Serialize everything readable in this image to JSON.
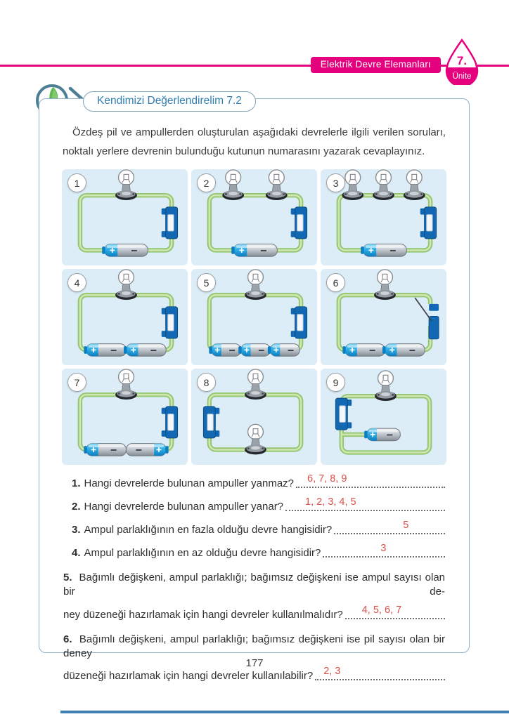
{
  "header": {
    "unit_title": "Elektrik Devre Elemanları",
    "unit_number": "7.",
    "unit_label": "Ünite",
    "accent_color": "#e5007d"
  },
  "section": {
    "title": "Kendimizi Değerlendirelim 7.2",
    "icon": "self-assessment-leaf-logo",
    "instructions": "Özdeş pil ve ampullerden oluşturulan aşağıdaki devrelerle ilgili verilen soruları, noktalı yerlere devrenin bulunduğu kutunun numarasını yazarak cevaplayınız."
  },
  "colors": {
    "accent_pink": "#e5007d",
    "answer_red": "#d95149",
    "wire_green": "#94c573",
    "switch_blue": "#1268b2",
    "cell_background": "#dcedf7",
    "title_blue": "#2f7fb0"
  },
  "circuits": [
    {
      "num": "1",
      "bulbs": 1,
      "batteries": 1,
      "battery_style": "series",
      "switch": "closed",
      "switch_side": "right"
    },
    {
      "num": "2",
      "bulbs": 2,
      "batteries": 1,
      "battery_style": "series",
      "switch": "closed",
      "switch_side": "right"
    },
    {
      "num": "3",
      "bulbs": 3,
      "batteries": 1,
      "battery_style": "series",
      "switch": "closed",
      "switch_side": "right"
    },
    {
      "num": "4",
      "bulbs": 1,
      "batteries": 2,
      "battery_style": "series",
      "switch": "closed",
      "switch_side": "right"
    },
    {
      "num": "5",
      "bulbs": 1,
      "batteries": 3,
      "battery_style": "series",
      "switch": "closed",
      "switch_side": "right"
    },
    {
      "num": "6",
      "bulbs": 1,
      "batteries": 2,
      "battery_style": "series",
      "switch": "open",
      "switch_side": "right"
    },
    {
      "num": "7",
      "bulbs": 1,
      "batteries": 2,
      "battery_style": "opposed",
      "switch": "closed",
      "switch_side": "right"
    },
    {
      "num": "8",
      "bulbs": 2,
      "bulb_layout": "top-bottom",
      "batteries": 0,
      "battery_style": "none",
      "switch": "closed",
      "switch_side": "left"
    },
    {
      "num": "9",
      "bulbs": 1,
      "batteries": 1,
      "battery_style": "dead-end",
      "switch": "closed",
      "switch_side": "left"
    }
  ],
  "questions": [
    {
      "num": "1.",
      "text": "Hangi devrelerde bulunan ampuller yanmaz?",
      "answer": "6, 7, 8, 9"
    },
    {
      "num": "2.",
      "text": "Hangi devrelerde bulunan ampuller yanar?",
      "answer": "1, 2, 3, 4, 5"
    },
    {
      "num": "3.",
      "text": "Ampul parlaklığının en fazla olduğu devre hangisidir?",
      "answer": "5"
    },
    {
      "num": "4.",
      "text": "Ampul parlaklığının en az olduğu devre hangisidir?",
      "answer": "3"
    },
    {
      "num": "5.",
      "line1": "Bağımlı değişkeni, ampul parlaklığı; bağımsız değişkeni ise ampul sayısı olan bir de-",
      "line2": "ney düzeneği hazırlamak için hangi devreler kullanılmalıdır?",
      "answer": "4, 5, 6, 7"
    },
    {
      "num": "6.",
      "line1": "Bağımlı değişkeni, ampul parlaklığı; bağımsız değişkeni ise pil sayısı olan bir deney",
      "line2": "düzeneği hazırlamak için hangi devreler kullanılabilir?",
      "answer": "2, 3"
    }
  ],
  "footer": {
    "page_number": "177"
  }
}
